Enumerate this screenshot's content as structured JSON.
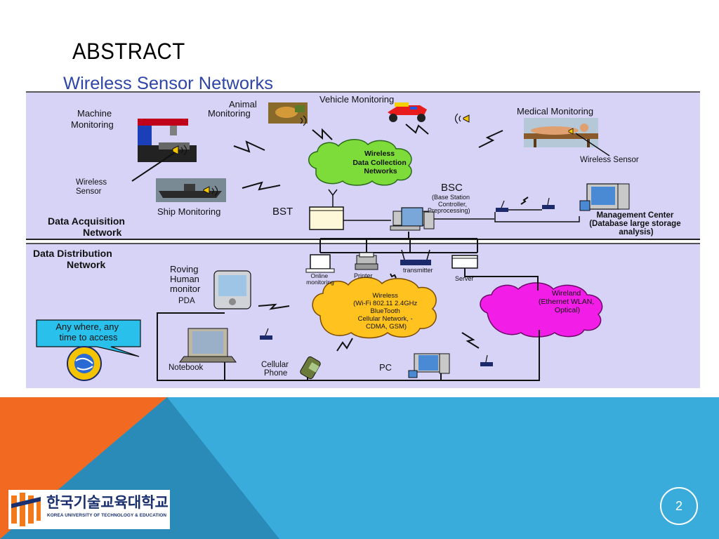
{
  "slide": {
    "title": "ABSTRACT",
    "page_number": "2"
  },
  "figure": {
    "title": "Wireless Sensor Networks",
    "labels": {
      "machine_monitoring": [
        "Machine",
        "Monitoring"
      ],
      "animal_monitoring": [
        "Animal",
        "Monitoring"
      ],
      "vehicle_monitoring": "Vehicle Monitoring",
      "medical_monitoring": "Medical Monitoring",
      "wireless_sensor_left": [
        "Wireless",
        "Sensor"
      ],
      "wireless_sensor_right": "Wireless Sensor",
      "ship_monitoring": "Ship Monitoring",
      "bst": "BST",
      "bsc": "BSC",
      "bsc_detail": [
        "(Base Station",
        "Controller,",
        "Preprocessing)"
      ],
      "wdcn_cloud": [
        "Wireless",
        "Data Collection",
        "Networks"
      ],
      "management_center": [
        "Management Center",
        "(Database large storage",
        "analysis)"
      ],
      "data_acquisition_network": [
        "Data Acquisition",
        "Network"
      ],
      "data_distribution_network": [
        "Data Distribution",
        "Network"
      ],
      "roving_human_monitor": [
        "Roving",
        "Human",
        "monitor"
      ],
      "pda": "PDA",
      "online_monitoring": [
        "Online",
        "monitoring"
      ],
      "printer": "Printer",
      "transmitter": "transmitter",
      "server": "Server",
      "wireless_cloud": [
        "Wireless",
        "(Wi-Fi 802.11 2.4GHz",
        "BlueTooth",
        "Cellular Network, -",
        "CDMA, GSM)"
      ],
      "wireland_cloud": [
        "Wireland",
        "(Ethernet WLAN,",
        "Optical)"
      ],
      "callout": [
        "Any where, any",
        "time to access"
      ],
      "notebook": "Notebook",
      "cellular_phone": [
        "Cellular",
        "Phone"
      ],
      "pc": "PC"
    }
  },
  "logo": {
    "korean_name": "한국기술교육대학교",
    "english_name": "KOREA UNIVERSITY OF TECHNOLOGY & EDUCATION"
  },
  "colors": {
    "panel_bg": "#d6d3f6",
    "cloud_green": "#7ddc3a",
    "cloud_orange": "#ffc21e",
    "cloud_magenta": "#f21ee8",
    "footer_blue": "#3aacdc",
    "footer_orange": "#f26a22",
    "footer_dark_blue": "#2a8ab8",
    "title_blue": "#2f45a8"
  }
}
